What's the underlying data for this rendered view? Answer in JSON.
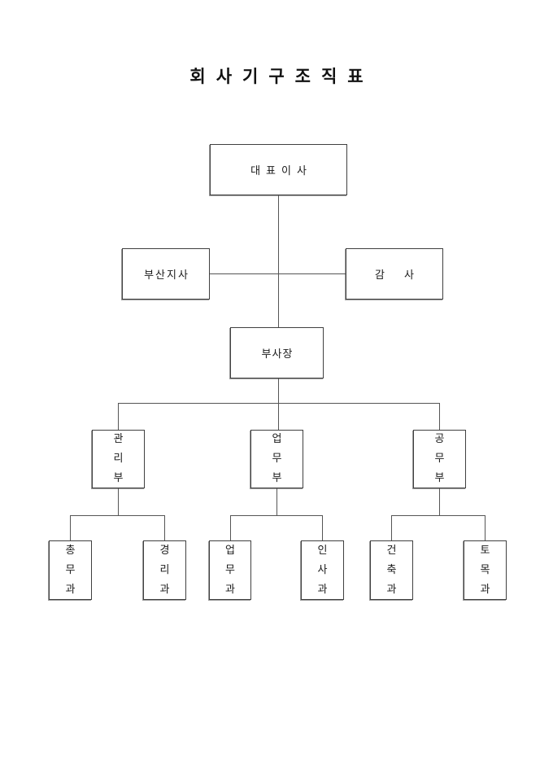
{
  "document": {
    "title": "회사기구조직표"
  },
  "org": {
    "ceo": {
      "label": "대표이사"
    },
    "branch": {
      "label": "부산지사"
    },
    "auditor": {
      "label": "감사"
    },
    "vice_president": {
      "label": "부사장"
    },
    "departments": [
      {
        "label": "관리부",
        "sections": [
          {
            "label": "총무과"
          },
          {
            "label": "경리과"
          }
        ]
      },
      {
        "label": "업무부",
        "sections": [
          {
            "label": "업무과"
          },
          {
            "label": "인사과"
          }
        ]
      },
      {
        "label": "공무부",
        "sections": [
          {
            "label": "건축과"
          },
          {
            "label": "토목과"
          }
        ]
      }
    ]
  },
  "colors": {
    "background": "#ffffff",
    "box_border": "#404040",
    "connector_line": "#555555",
    "text": "#1a1a1a"
  }
}
